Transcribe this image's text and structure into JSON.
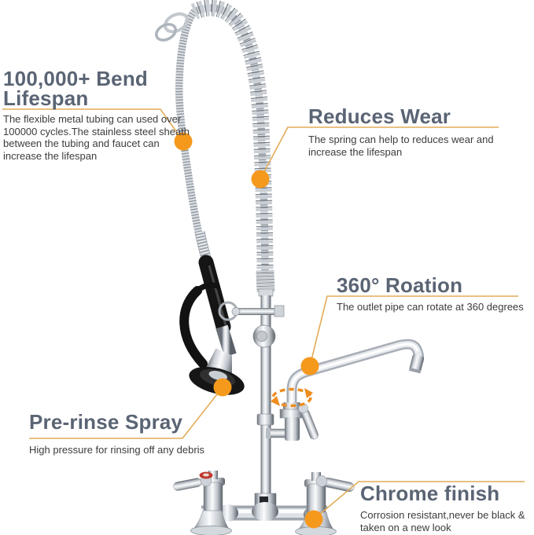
{
  "figure_alt": "wall-mount commercial pre-rinse kitchen faucet with coil spring, spray valve and add-on swing spout",
  "palette": {
    "background": "#ffffff",
    "accent_dot": "#F5991D",
    "leader_line": "#E3AB58",
    "rotation_arrow": "#EE8D1F",
    "heading_text": "#5A6474",
    "body_text": "#3C3C3C",
    "handle_index_red": "#BF3A30"
  },
  "annotations": {
    "bend_lifespan": {
      "title": "100,000+ Bend Lifespan",
      "body": "The flexible metal tubing can used over 100000 cycles.The stainless steel sheath between the tubing and faucet can increase the lifespan"
    },
    "reduces_wear": {
      "title": "Reduces Wear",
      "body": "The spring can help to reduces wear and increase the lifespan"
    },
    "rotation360": {
      "title": "360° Roation",
      "body": "The outlet pipe can rotate at 360 degrees"
    },
    "pre_rinse": {
      "title": "Pre-rinse Spray",
      "body": "High pressure for rinsing off any debris"
    },
    "chrome_finish": {
      "title": "Chrome finish",
      "body": "Corrosion resistant,never be black & taken on a new look"
    }
  }
}
